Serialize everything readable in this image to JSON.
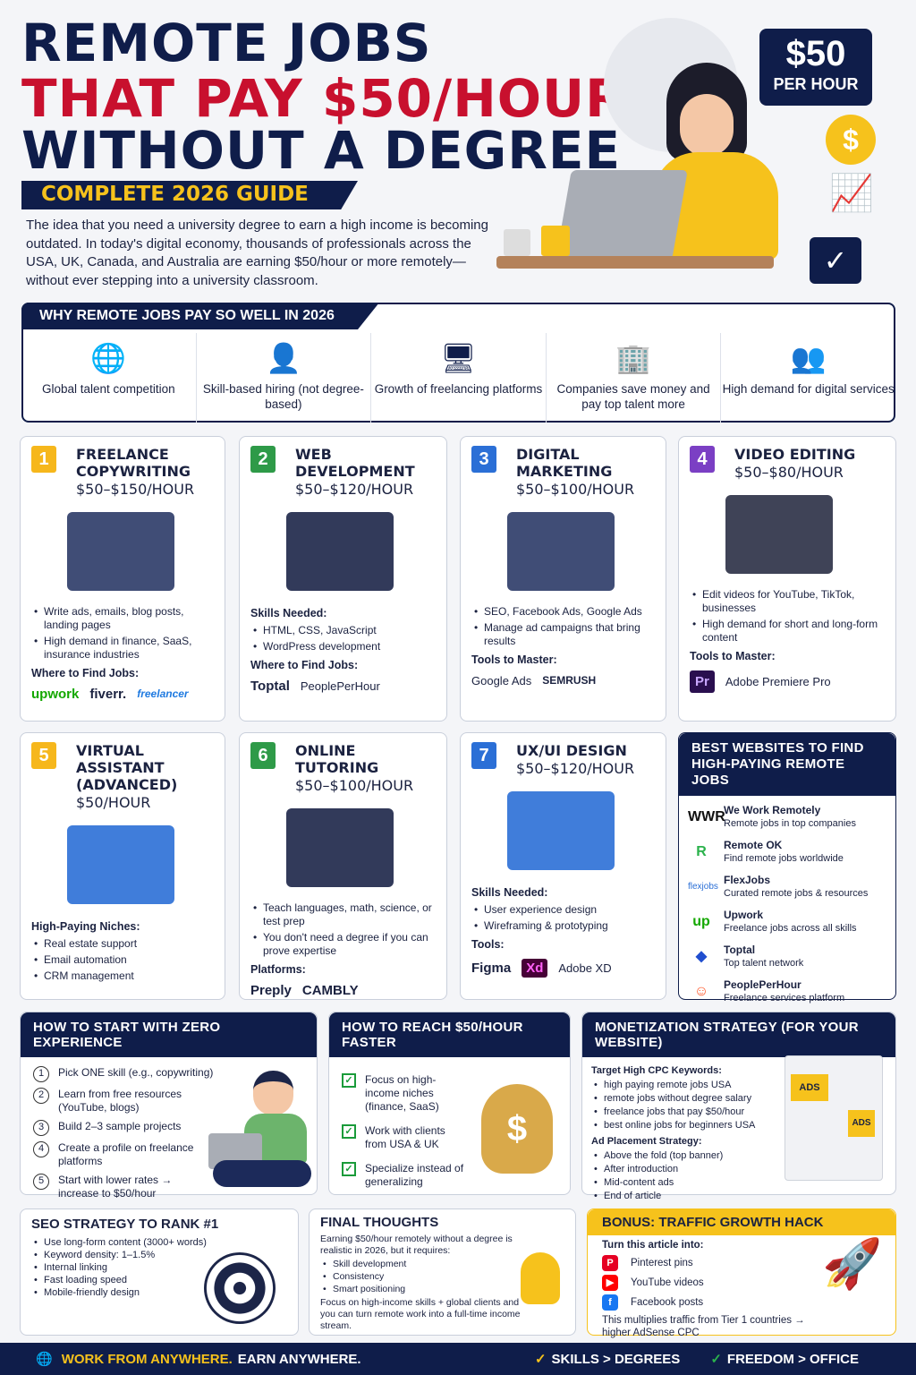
{
  "title": {
    "line1": "REMOTE JOBS",
    "line2": "THAT PAY $50/HOUR",
    "line3": "WITHOUT A DEGREE",
    "guide": "COMPLETE 2026 GUIDE"
  },
  "intro": "The idea that you need a university degree to earn a high income is becoming outdated. In today's digital economy, thousands of professionals across the USA, UK, Canada, and Australia are earning $50/hour or more remotely—without ever stepping into a university classroom.",
  "badge": {
    "amount": "$50",
    "unit": "PER HOUR"
  },
  "why": {
    "title": "WHY REMOTE JOBS PAY SO WELL IN 2026",
    "items": [
      {
        "icon": "globe-icon",
        "glyph": "🌐",
        "label": "Global talent competition"
      },
      {
        "icon": "user-check-icon",
        "glyph": "👤",
        "label": "Skill-based hiring (not degree-based)"
      },
      {
        "icon": "monitor-chart-icon",
        "glyph": "🖥",
        "label": "Growth of freelancing platforms"
      },
      {
        "icon": "buildings-icon",
        "glyph": "🏢",
        "label": "Companies save money and pay top talent more"
      },
      {
        "icon": "people-icon",
        "glyph": "👥",
        "label": "High demand for digital services"
      }
    ]
  },
  "jobs": [
    {
      "num": "1",
      "color": "#f6b71c",
      "title": "FREELANCE COPYWRITING",
      "rate": "$50–$150/HOUR",
      "pre": "",
      "bullets": [
        "Write ads, emails, blog posts, landing pages",
        "High demand in finance, SaaS, insurance industries"
      ],
      "sub": "Where to Find Jobs:",
      "logos": [
        "upwork",
        "fiverr.",
        "freelancer"
      ]
    },
    {
      "num": "2",
      "color": "#2e9a48",
      "title": "WEB DEVELOPMENT",
      "rate": "$50–$120/HOUR",
      "pre": "Skills Needed:",
      "bullets": [
        "HTML, CSS, JavaScript",
        "WordPress development"
      ],
      "sub": "Where to Find Jobs:",
      "logos": [
        "Toptal",
        "PeoplePerHour"
      ]
    },
    {
      "num": "3",
      "color": "#2b6fd6",
      "title": "DIGITAL MARKETING",
      "rate": "$50–$100/HOUR",
      "pre": "",
      "bullets": [
        "SEO, Facebook Ads, Google Ads",
        "Manage ad campaigns that bring results"
      ],
      "sub": "Tools to Master:",
      "logos": [
        "Google Ads",
        "SEMRUSH"
      ]
    },
    {
      "num": "4",
      "color": "#7b3fc4",
      "title": "VIDEO EDITING",
      "rate": "$50–$80/HOUR",
      "pre": "",
      "bullets": [
        "Edit videos for YouTube, TikTok, businesses",
        "High demand for short and long-form content"
      ],
      "sub": "Tools to Master:",
      "logos": [
        "Pr",
        "Adobe Premiere Pro"
      ]
    },
    {
      "num": "5",
      "color": "#f6b71c",
      "title": "VIRTUAL ASSISTANT (ADVANCED)",
      "rate": "$50/HOUR",
      "pre": "High-Paying Niches:",
      "bullets": [
        "Real estate support",
        "Email automation",
        "CRM management"
      ],
      "sub": "",
      "logos": []
    },
    {
      "num": "6",
      "color": "#2e9a48",
      "title": "ONLINE TUTORING",
      "rate": "$50–$100/HOUR",
      "pre": "",
      "bullets": [
        "Teach languages, math, science, or test prep",
        "You don't need a degree if you can prove expertise"
      ],
      "sub": "Platforms:",
      "logos": [
        "Preply",
        "CAMBLY"
      ]
    },
    {
      "num": "7",
      "color": "#2b6fd6",
      "title": "UX/UI DESIGN",
      "rate": "$50–$120/HOUR",
      "pre": "Skills Needed:",
      "bullets": [
        "User experience design",
        "Wireframing & prototyping"
      ],
      "sub": "Tools:",
      "logos": [
        "Figma",
        "Xd",
        "Adobe XD"
      ]
    }
  ],
  "sites": {
    "title": "BEST WEBSITES TO FIND HIGH-PAYING REMOTE JOBS",
    "items": [
      {
        "logo": "WWR",
        "color": "#111",
        "name": "We Work Remotely",
        "desc": "Remote jobs in top companies"
      },
      {
        "logo": "R",
        "color": "#2bb24c",
        "name": "Remote OK",
        "desc": "Find remote jobs worldwide"
      },
      {
        "logo": "flexjobs",
        "color": "#2b6fd6",
        "name": "FlexJobs",
        "desc": "Curated remote jobs & resources"
      },
      {
        "logo": "up",
        "color": "#14a800",
        "name": "Upwork",
        "desc": "Freelance jobs across all skills"
      },
      {
        "logo": "◆",
        "color": "#204ecf",
        "name": "Toptal",
        "desc": "Top talent network"
      },
      {
        "logo": "☺",
        "color": "#ff4f1f",
        "name": "PeoplePerHour",
        "desc": "Freelance services platform"
      }
    ]
  },
  "start": {
    "title": "HOW TO START WITH ZERO EXPERIENCE",
    "steps": [
      "Pick ONE skill (e.g., copywriting)",
      "Learn from free resources (YouTube, blogs)",
      "Build 2–3 sample projects",
      "Create a profile on freelance platforms",
      "Start with lower rates → increase to $50/hour"
    ]
  },
  "reach": {
    "title": "HOW TO REACH $50/HOUR FASTER",
    "items": [
      "Focus on high-income niches (finance, SaaS)",
      "Work with clients from USA & UK",
      "Specialize instead of generalizing"
    ]
  },
  "monet": {
    "title": "MONETIZATION STRATEGY (FOR YOUR WEBSITE)",
    "kw_title": "Target High CPC Keywords:",
    "keywords": [
      "high paying remote jobs USA",
      "remote jobs without degree salary",
      "freelance jobs that pay $50/hour",
      "best online jobs for beginners USA"
    ],
    "ad_title": "Ad Placement Strategy:",
    "ads": [
      "Above the fold (top banner)",
      "After introduction",
      "Mid-content ads",
      "End of article"
    ],
    "ad_label": "ADS"
  },
  "seo": {
    "title": "SEO STRATEGY TO RANK #1",
    "items": [
      "Use long-form content (3000+ words)",
      "Keyword density: 1–1.5%",
      "Internal linking",
      "Fast loading speed",
      "Mobile-friendly design"
    ]
  },
  "final": {
    "title": "FINAL THOUGHTS",
    "intro": "Earning $50/hour remotely without a degree is realistic in 2026, but it requires:",
    "items": [
      "Skill development",
      "Consistency",
      "Smart positioning"
    ],
    "outro": "Focus on high-income skills + global clients and you can turn remote work into a full-time income stream."
  },
  "bonus": {
    "title": "BONUS: TRAFFIC GROWTH HACK",
    "intro": "Turn this article into:",
    "items": [
      {
        "icon": "pinterest-icon",
        "glyph": "P",
        "color": "#e60023",
        "label": "Pinterest pins"
      },
      {
        "icon": "youtube-icon",
        "glyph": "▶",
        "color": "#ff0000",
        "label": "YouTube videos"
      },
      {
        "icon": "facebook-icon",
        "glyph": "f",
        "color": "#1877f2",
        "label": "Facebook posts"
      }
    ],
    "outro": "This multiplies traffic from Tier 1 countries → higher AdSense CPC"
  },
  "footer": {
    "yellow": "WORK FROM ANYWHERE.",
    "white": "EARN ANYWHERE.",
    "tag1": "SKILLS > DEGREES",
    "tag2": "FREEDOM > OFFICE"
  }
}
